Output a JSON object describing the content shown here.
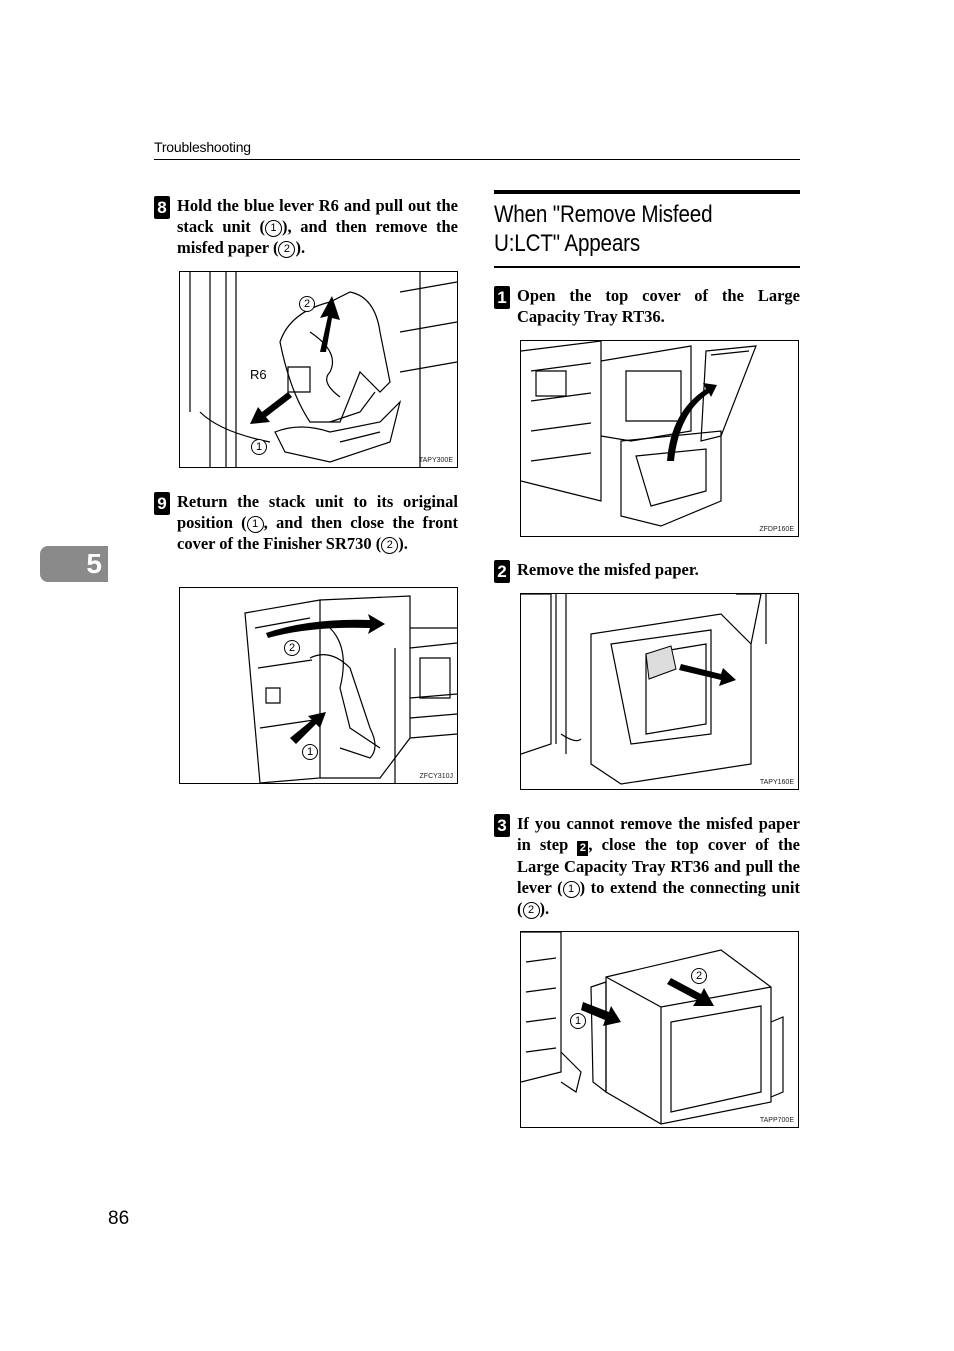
{
  "running_head": "Troubleshooting",
  "chapter_tab": "5",
  "page_number": "86",
  "left": {
    "step8": {
      "num": "8",
      "text_a": "Hold the blue lever R6 and pull out the stack unit (",
      "ref1": "1",
      "text_b": "), and then remove the misfed paper (",
      "ref2": "2",
      "text_c": ")."
    },
    "fig1": {
      "code": "TAPY300E",
      "label_r6": "R6",
      "callout1": "1",
      "callout2": "2"
    },
    "step9": {
      "num": "9",
      "text_a": "Return the stack unit to its original position (",
      "ref1": "1",
      "text_b": ", and then close the front cover of the Finisher SR730 (",
      "ref2": "2",
      "text_c": ")."
    },
    "fig2": {
      "code": "ZFCY310J",
      "callout1": "1",
      "callout2": "2"
    }
  },
  "right": {
    "section_title": "When \"Remove Misfeed U:LCT\" Appears",
    "step1": {
      "num": "1",
      "text": "Open the top cover of the Large Capacity Tray RT36."
    },
    "fig3": {
      "code": "ZFDP160E"
    },
    "step2": {
      "num": "2",
      "text": "Remove the misfed paper."
    },
    "fig4": {
      "code": "TAPY160E"
    },
    "step3": {
      "num": "3",
      "text_a": "If you cannot remove the misfed paper in step ",
      "stepref": "2",
      "text_b": ", close the top cover of the Large Capacity Tray RT36 and pull the lever (",
      "ref1": "1",
      "text_c": ") to extend the connecting unit (",
      "ref2": "2",
      "text_d": ")."
    },
    "fig5": {
      "code": "TAPP700E",
      "callout1": "1",
      "callout2": "2"
    }
  }
}
